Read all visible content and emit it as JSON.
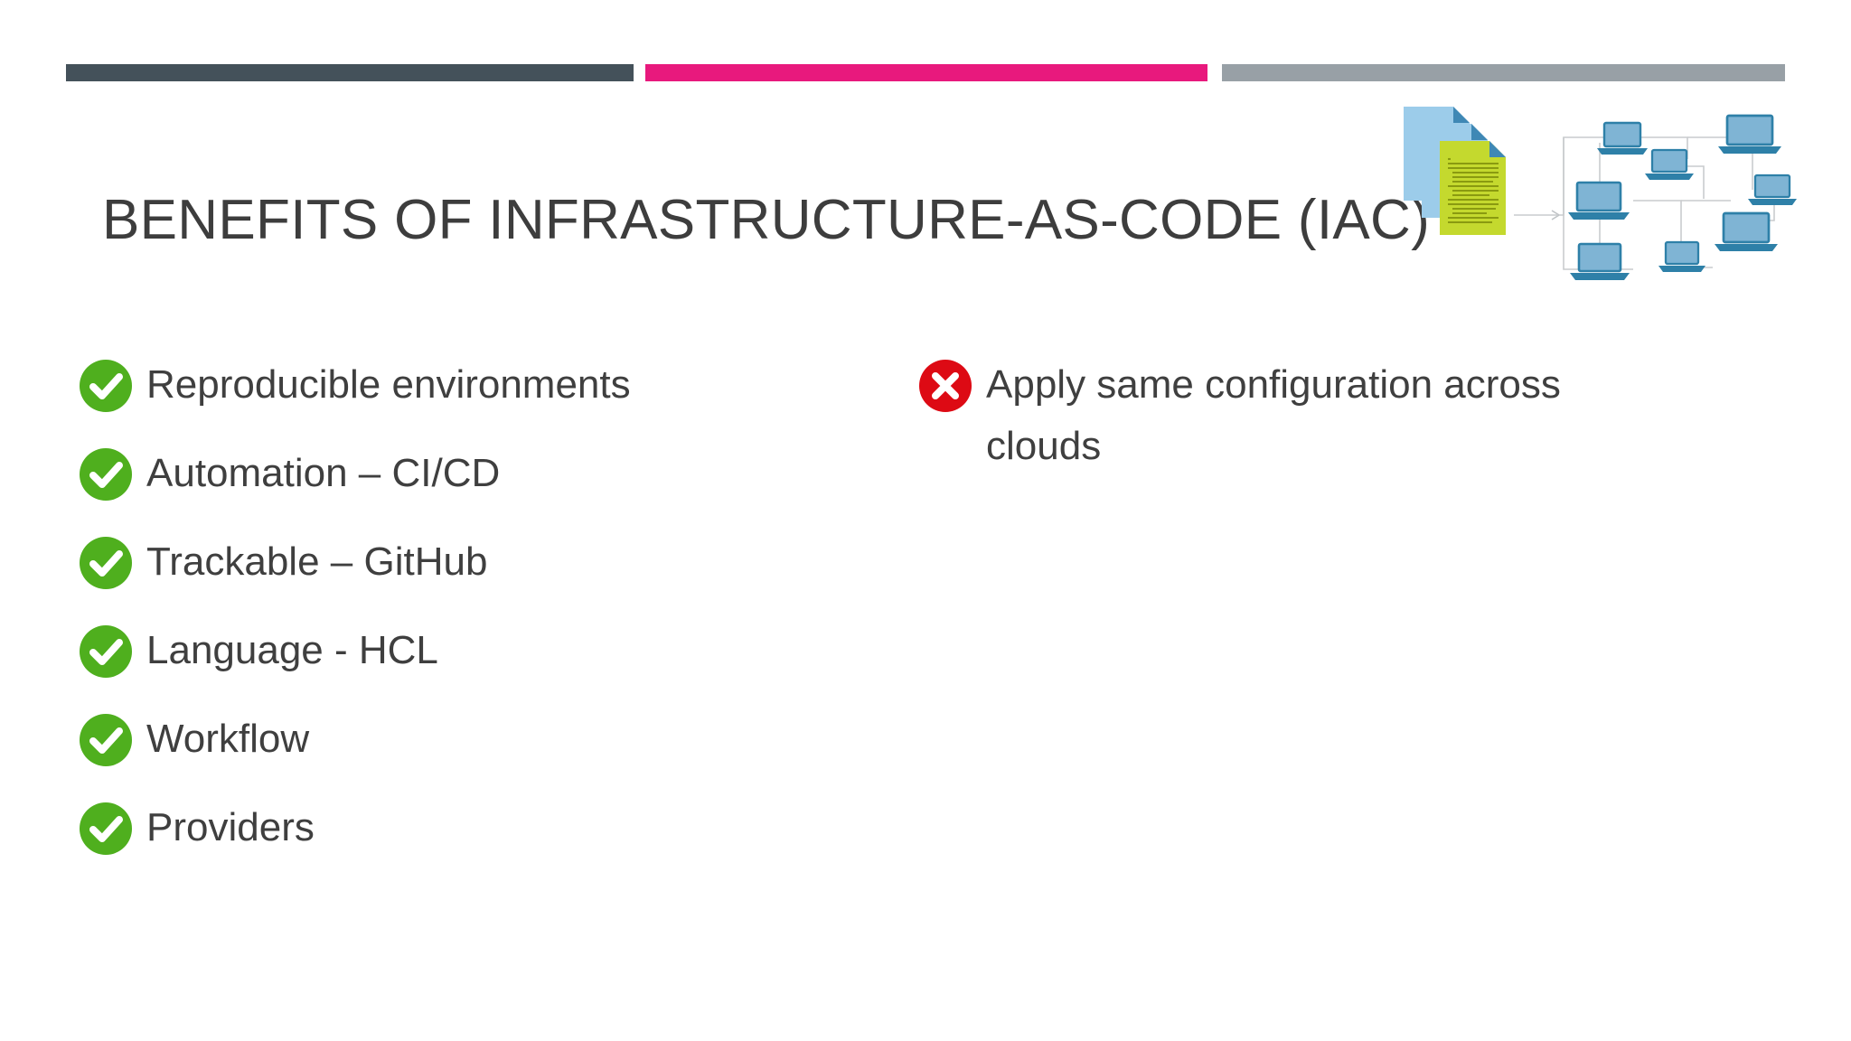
{
  "slide": {
    "title": "BENEFITS OF INFRASTRUCTURE-AS-CODE (IAC)",
    "background": "#FFFFFF",
    "title_color": "#3D3D3D",
    "body_text_color": "#3F3F3F"
  },
  "top_bars": [
    {
      "name": "dark-bar",
      "color": "#44515A"
    },
    {
      "name": "pink-bar",
      "color": "#E8197D"
    },
    {
      "name": "gray-bar",
      "color": "#98A0A6"
    }
  ],
  "columns": {
    "left": {
      "icon": "check-circle-icon",
      "icon_color": "#4FAF1E",
      "items": [
        {
          "label": "Reproducible environments"
        },
        {
          "label": "Automation – CI/CD"
        },
        {
          "label": "Trackable – GitHub"
        },
        {
          "label": "Language - HCL"
        },
        {
          "label": "Workflow"
        },
        {
          "label": "Providers"
        }
      ]
    },
    "right": {
      "icon": "x-circle-icon",
      "icon_color": "#DD0A14",
      "items": [
        {
          "label": "Apply same configuration across clouds"
        }
      ]
    }
  },
  "decorative_image": {
    "name": "iac-documents-to-network-illustration",
    "document_stack_back_color": "#9CCCEA",
    "document_stack_front_color": "#C4D92E",
    "laptop_color": "#7FB4D4",
    "laptop_base_color": "#2E80A8",
    "connector_color": "#C9CCCE",
    "laptop_count": 8
  }
}
